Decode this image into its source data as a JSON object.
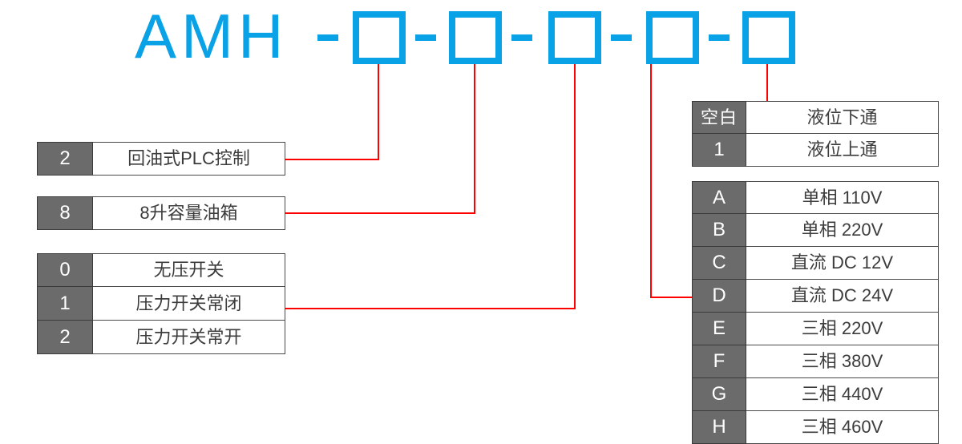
{
  "diagram": {
    "title_prefix": "AMH",
    "separator": "-",
    "placeholder_boxes": 5,
    "colors": {
      "accent_blue": "#0aa2e6",
      "connector_red": "#fd0000",
      "code_cell_gray": "#6b6b6b",
      "text_dark": "#3c3c3c",
      "background": "#ffffff"
    }
  },
  "tables": {
    "control_type": {
      "rows": [
        {
          "code": "2",
          "desc": "回油式PLC控制"
        }
      ]
    },
    "tank_capacity": {
      "rows": [
        {
          "code": "8",
          "desc": "8升容量油箱"
        }
      ]
    },
    "pressure_switch": {
      "rows": [
        {
          "code": "0",
          "desc": "无压开关"
        },
        {
          "code": "1",
          "desc": "压力开关常闭"
        },
        {
          "code": "2",
          "desc": "压力开关常开"
        }
      ]
    },
    "liquid_level": {
      "rows": [
        {
          "code": "空白",
          "desc": "液位下通"
        },
        {
          "code": "1",
          "desc": "液位上通"
        }
      ]
    },
    "voltage": {
      "rows": [
        {
          "code": "A",
          "desc": "单相 110V"
        },
        {
          "code": "B",
          "desc": "单相 220V"
        },
        {
          "code": "C",
          "desc": "直流 DC 12V"
        },
        {
          "code": "D",
          "desc": "直流 DC 24V"
        },
        {
          "code": "E",
          "desc": "三相 220V"
        },
        {
          "code": "F",
          "desc": "三相 380V"
        },
        {
          "code": "G",
          "desc": "三相 440V"
        },
        {
          "code": "H",
          "desc": "三相 460V"
        }
      ]
    }
  }
}
